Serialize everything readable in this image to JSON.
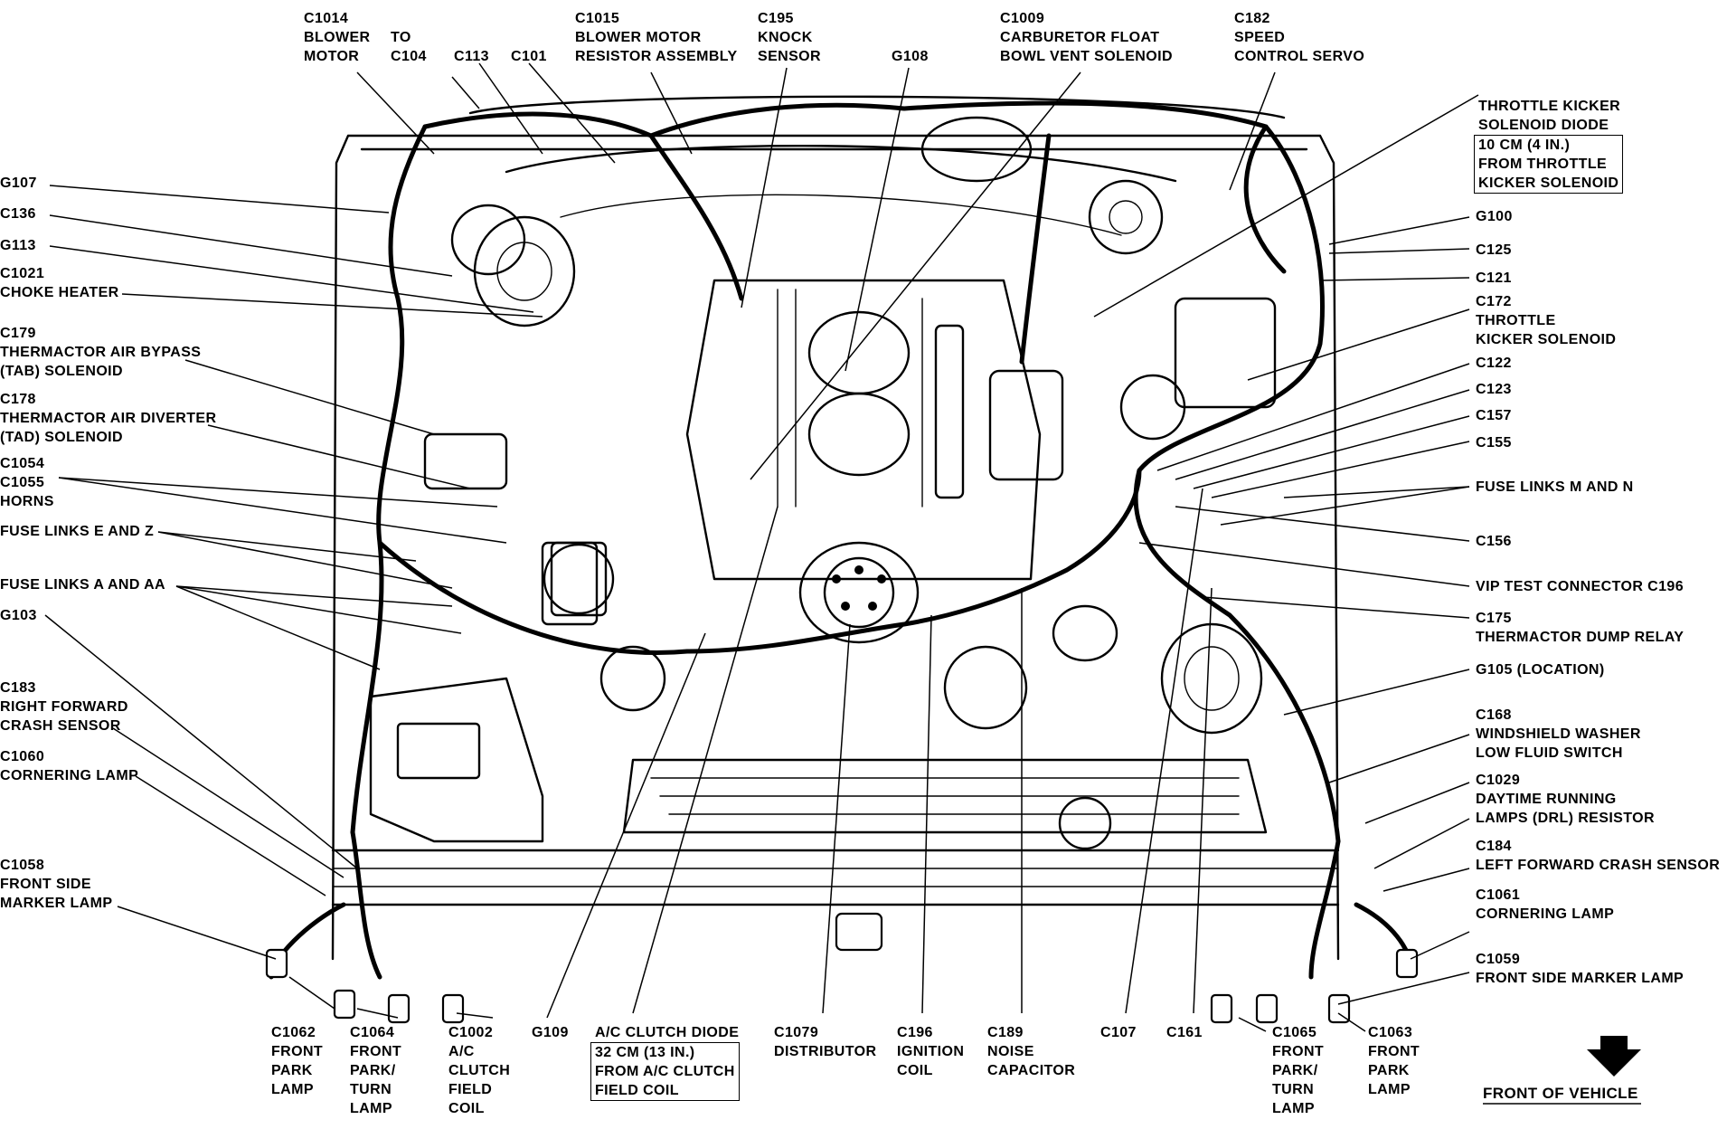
{
  "labels": [
    {
      "id": "c1014",
      "lines": [
        "C1014",
        "BLOWER",
        "MOTOR"
      ]
    },
    {
      "id": "to-c104",
      "lines": [
        "TO",
        "C104"
      ]
    },
    {
      "id": "c113",
      "lines": [
        "C113"
      ]
    },
    {
      "id": "c101",
      "lines": [
        "C101"
      ]
    },
    {
      "id": "c1015",
      "lines": [
        "C1015",
        "BLOWER MOTOR",
        "RESISTOR ASSEMBLY"
      ]
    },
    {
      "id": "c195",
      "lines": [
        "C195",
        "KNOCK",
        "SENSOR"
      ]
    },
    {
      "id": "g108",
      "lines": [
        "G108"
      ]
    },
    {
      "id": "c1009",
      "lines": [
        "C1009",
        "CARBURETOR FLOAT",
        "BOWL VENT SOLENOID"
      ]
    },
    {
      "id": "c182",
      "lines": [
        "C182",
        "SPEED",
        "CONTROL SERVO"
      ]
    },
    {
      "id": "throttle-kicker-diode",
      "lines": [
        "THROTTLE KICKER",
        "SOLENOID DIODE"
      ]
    },
    {
      "id": "throttle-kicker-diode-box",
      "lines": [
        "10 CM (4 IN.)",
        "FROM THROTTLE",
        "KICKER SOLENOID"
      ]
    },
    {
      "id": "g107",
      "lines": [
        "G107"
      ]
    },
    {
      "id": "c136",
      "lines": [
        "C136"
      ]
    },
    {
      "id": "g113",
      "lines": [
        "G113"
      ]
    },
    {
      "id": "c1021",
      "lines": [
        "C1021",
        "CHOKE HEATER"
      ]
    },
    {
      "id": "c179",
      "lines": [
        "C179",
        "THERMACTOR AIR BYPASS",
        "(TAB) SOLENOID"
      ]
    },
    {
      "id": "c178",
      "lines": [
        "C178",
        "THERMACTOR AIR DIVERTER",
        "(TAD) SOLENOID"
      ]
    },
    {
      "id": "c1054",
      "lines": [
        "C1054",
        "C1055",
        "HORNS"
      ]
    },
    {
      "id": "fuse-e-z",
      "lines": [
        "FUSE LINKS E AND Z"
      ]
    },
    {
      "id": "fuse-a-aa",
      "lines": [
        "FUSE LINKS A AND AA"
      ]
    },
    {
      "id": "g103",
      "lines": [
        "G103"
      ]
    },
    {
      "id": "c183",
      "lines": [
        "C183",
        "RIGHT FORWARD",
        "CRASH SENSOR"
      ]
    },
    {
      "id": "c1060",
      "lines": [
        "C1060",
        "CORNERING LAMP"
      ]
    },
    {
      "id": "c1058",
      "lines": [
        "C1058",
        "FRONT SIDE",
        "MARKER LAMP"
      ]
    },
    {
      "id": "g100",
      "lines": [
        "G100"
      ]
    },
    {
      "id": "c125",
      "lines": [
        "C125"
      ]
    },
    {
      "id": "c121",
      "lines": [
        "C121"
      ]
    },
    {
      "id": "c172",
      "lines": [
        "C172",
        "THROTTLE",
        "KICKER SOLENOID"
      ]
    },
    {
      "id": "c122",
      "lines": [
        "C122"
      ]
    },
    {
      "id": "c123",
      "lines": [
        "C123"
      ]
    },
    {
      "id": "c157",
      "lines": [
        "C157"
      ]
    },
    {
      "id": "c155",
      "lines": [
        "C155"
      ]
    },
    {
      "id": "fuse-m-n",
      "lines": [
        "FUSE LINKS M AND N"
      ]
    },
    {
      "id": "c156",
      "lines": [
        "C156"
      ]
    },
    {
      "id": "vip-test",
      "lines": [
        "VIP TEST CONNECTOR C196"
      ]
    },
    {
      "id": "c175",
      "lines": [
        "C175",
        "THERMACTOR DUMP RELAY"
      ]
    },
    {
      "id": "g105",
      "lines": [
        "G105 (LOCATION)"
      ]
    },
    {
      "id": "c168",
      "lines": [
        "C168",
        "WINDSHIELD WASHER",
        "LOW FLUID SWITCH"
      ]
    },
    {
      "id": "c1029",
      "lines": [
        "C1029",
        "DAYTIME RUNNING",
        "LAMPS (DRL) RESISTOR"
      ]
    },
    {
      "id": "c184",
      "lines": [
        "C184",
        "LEFT FORWARD CRASH SENSOR"
      ]
    },
    {
      "id": "c1061",
      "lines": [
        "C1061",
        "CORNERING LAMP"
      ]
    },
    {
      "id": "c1059",
      "lines": [
        "C1059",
        "FRONT SIDE MARKER LAMP"
      ]
    },
    {
      "id": "c1062",
      "lines": [
        "C1062",
        "FRONT",
        "PARK",
        "LAMP"
      ]
    },
    {
      "id": "c1064",
      "lines": [
        "C1064",
        "FRONT",
        "PARK/",
        "TURN",
        "LAMP"
      ]
    },
    {
      "id": "c1002",
      "lines": [
        "C1002",
        "A/C",
        "CLUTCH",
        "FIELD",
        "COIL"
      ]
    },
    {
      "id": "g109",
      "lines": [
        "G109"
      ]
    },
    {
      "id": "ac-clutch-diode",
      "lines": [
        "A/C CLUTCH DIODE"
      ]
    },
    {
      "id": "ac-clutch-diode-box",
      "lines": [
        "32 CM (13 IN.)",
        "FROM A/C CLUTCH",
        "FIELD COIL"
      ]
    },
    {
      "id": "c1079",
      "lines": [
        "C1079",
        "DISTRIBUTOR"
      ]
    },
    {
      "id": "c196-ign",
      "lines": [
        "C196",
        "IGNITION",
        "COIL"
      ]
    },
    {
      "id": "c189",
      "lines": [
        "C189",
        "NOISE",
        "CAPACITOR"
      ]
    },
    {
      "id": "c107",
      "lines": [
        "C107"
      ]
    },
    {
      "id": "c161",
      "lines": [
        "C161"
      ]
    },
    {
      "id": "c1065",
      "lines": [
        "C1065",
        "FRONT",
        "PARK/",
        "TURN",
        "LAMP"
      ]
    },
    {
      "id": "c1063",
      "lines": [
        "C1063",
        "FRONT",
        "PARK",
        "LAMP"
      ]
    },
    {
      "id": "front-of-vehicle",
      "lines": [
        "FRONT OF VEHICLE"
      ]
    }
  ]
}
